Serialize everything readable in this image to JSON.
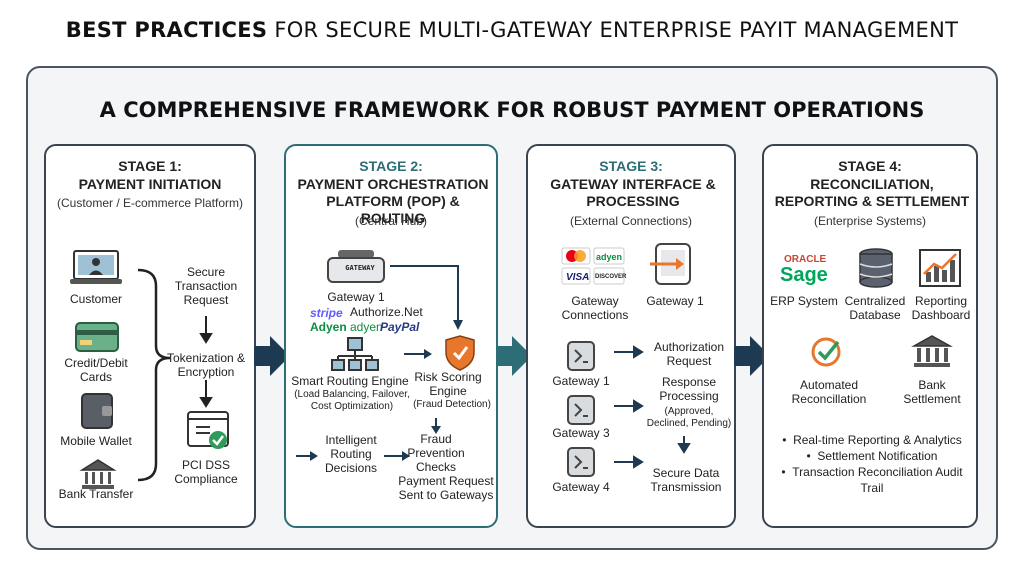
{
  "title": {
    "bold": "BEST PRACTICES",
    "rest": " FOR SECURE MULTI-GATEWAY ENTERPRISE PAYIT MANAGEMENT"
  },
  "subtitle": "A COMPREHENSIVE FRAMEWORK FOR ROBUST PAYMENT OPERATIONS",
  "stage1": {
    "heading": "STAGE 1:",
    "name": "PAYMENT INITIATION",
    "context": "(Customer / E-commerce Platform)",
    "sources": [
      "Customer",
      "Credit/Debit Cards",
      "Mobile Wallet",
      "Bank Transfer"
    ],
    "steps": [
      "Secure Transaction Request",
      "Tokenization & Encryption",
      "PCI DSS Compliance"
    ]
  },
  "stage2": {
    "heading": "STAGE 2:",
    "name": "PAYMENT ORCHESTRATION PLATFORM (POP) & ROUTING",
    "context": "(Central Hub)",
    "gateway_badge": "GATEWAY",
    "gateway_label": "Gateway 1",
    "providers": [
      "stripe",
      "Authorize.Net",
      "Adyen",
      "adyen",
      "PayPal"
    ],
    "routing_engine": "Smart Routing Engine",
    "routing_detail": "(Load Balancing, Failover, Cost Optimization)",
    "risk_engine": "Risk Scoring Engine",
    "risk_detail": "(Fraud Detection)",
    "decisions": "Intelligent Routing Decisions",
    "fraud_checks": "Fraud Prevention Checks",
    "sent": "Payment Request Sent to Gateways"
  },
  "stage3": {
    "heading": "STAGE 3:",
    "name": "GATEWAY INTERFACE & PROCESSING",
    "context": "(External Connections)",
    "card_logos": [
      "adyen",
      "VISA",
      "DISCOVER"
    ],
    "connections": "Gateway Connections",
    "gateway_top": "Gateway 1",
    "gateways": [
      "Gateway 1",
      "Gateway 3",
      "Gateway 4"
    ],
    "auth": "Authorization Request",
    "response": "Response Processing",
    "response_detail": "(Approved, Declined, Pending)",
    "secure": "Secure Data Transmission"
  },
  "stage4": {
    "heading": "STAGE 4:",
    "name": "RECONCILIATION, REPORTING & SETTLEMENT",
    "context": "(Enterprise Systems)",
    "oracle": "ORACLE",
    "sage": "Sage",
    "erp": "ERP System",
    "db": "Centralized Database",
    "dashboard": "Reporting Dashboard",
    "auto_recon": "Automated Reconcillation",
    "bank": "Bank Settlement",
    "bullets": [
      "Real-time Reporting & Analytics",
      "Settlement Notification",
      "Transaction Reconciliation Audit Trail"
    ]
  },
  "colors": {
    "teal": "#2d6e76",
    "navy": "#1e3a52",
    "frame": "#4a5563",
    "orange": "#e8772e",
    "green": "#2e9b5a"
  }
}
